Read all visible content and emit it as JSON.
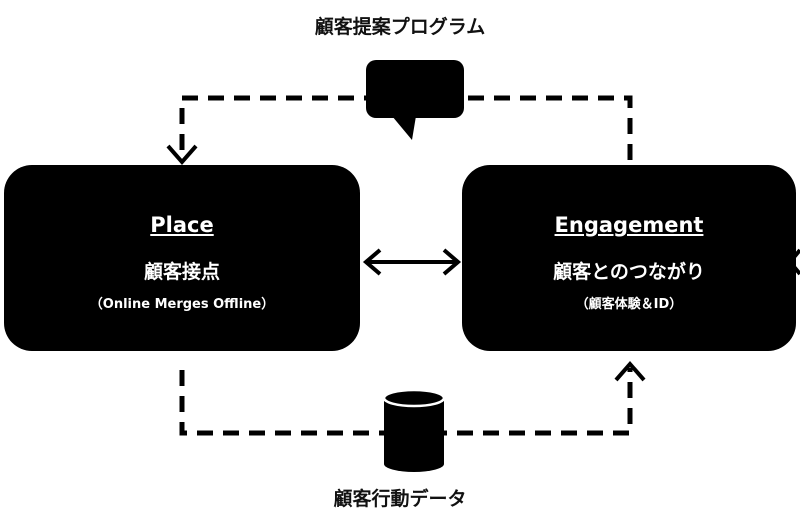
{
  "labels": {
    "top": "顧客提案プログラム",
    "bottom": "顧客行動データ"
  },
  "nodes": {
    "place": {
      "title": "Place",
      "subtitle": "顧客接点",
      "note": "（Online Merges Offline）"
    },
    "engagement": {
      "title": "Engagement",
      "subtitle": "顧客とのつながり",
      "note": "（顧客体験＆ID）"
    }
  },
  "icons": {
    "top": "speech-bubble-icon",
    "bottom": "database-cylinder-icon"
  },
  "colors": {
    "box": "#000000",
    "box_text": "#ffffff",
    "line": "#000000"
  }
}
